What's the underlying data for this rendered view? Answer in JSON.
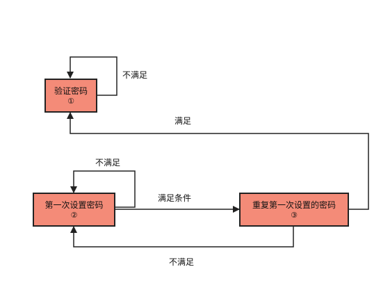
{
  "nodes": {
    "verify": {
      "label": "验证密码",
      "number": "①"
    },
    "first": {
      "label": "第一次设置密码",
      "number": "②"
    },
    "repeat": {
      "label": "重复第一次设置的密码",
      "number": "③"
    }
  },
  "edges": {
    "verify_self": "不满足",
    "repeat_to_verify": "满足",
    "first_self": "不满足",
    "first_to_repeat": "满足条件",
    "repeat_to_first": "不满足"
  },
  "colors": {
    "node_fill": "#f48b78",
    "line": "#222222"
  }
}
